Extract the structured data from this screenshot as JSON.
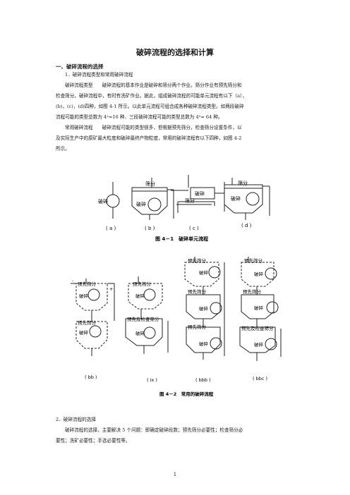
{
  "title": "破碎流程的选择和计算",
  "section1": {
    "heading": "一、破碎流程的选择",
    "sub1": "1．破碎流程类型和常用破碎流程",
    "para1_l1": "破碎流程类型　　破碎流程的基本作业是破碎和筛分两个作业。筛分作业有预先筛分和",
    "para1_l2": "检查筛分。破碎流程中，有时有洗矿作业。据此，组成破碎流程的可能单元流程有以下（a），",
    "para1_l3": "(b)，(c)，(d)四种，如图 4-1 所示。以此单元流程可组合成各种破碎流程类型。如两段破碎",
    "para1_l4": "流程可能的类型总数为 4²=16 种、三段破碎流程可能的类型总数为 4³= 64 种。",
    "para2_l1": "常用破碎流程　　破碎流程可能的类型很多，但根据预先筛分，检查筛分设置条件，以",
    "para2_l2": "及实际生产中的原矿最大粒度和破碎最终产物粒度，常用的破碎流程有以下四种，如图 4-2",
    "para2_l3": "所示。"
  },
  "fig1": {
    "labels": {
      "crush": "破碎",
      "screen": "筛分"
    },
    "sub": [
      "( a )",
      "( b )",
      "( c )",
      "( d )"
    ],
    "caption": "图 4－1　破碎单元流程"
  },
  "fig2": {
    "labels": {
      "crush": "破碎",
      "pre_screen": "预先筛分",
      "pre_check": "预先及检查筛分",
      "plus": "+",
      "minus": "-"
    },
    "sub": [
      "( bb )",
      "( ix )",
      "( bbb )",
      "( bbc )"
    ],
    "caption": "图 4－2　常用的破碎流程"
  },
  "section2": {
    "sub2": "2．破碎流程的选择",
    "para_l1": "破碎流程的选择，主要解决 5 个问题：即确定破碎段数；预先筛分必要性；检查筛分必",
    "para_l2": "要性；洗矿必要性；手选必要性等。"
  },
  "page_number": "1"
}
